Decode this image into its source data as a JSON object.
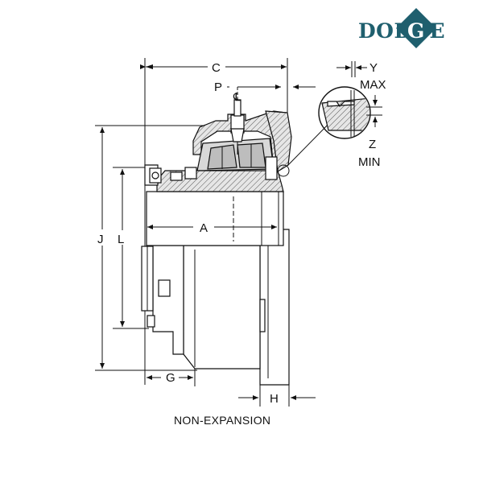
{
  "brand": {
    "name": "DODGE",
    "color": "#1f5f6e"
  },
  "caption": "NON-EXPANSION",
  "dimensions": {
    "C": "C",
    "P": "P",
    "A": "A",
    "J": "J",
    "L": "L",
    "G": "G",
    "H": "H"
  },
  "detail": {
    "y_label": "Y",
    "y_note": "MAX",
    "z_label": "Z",
    "z_note": "MIN"
  },
  "centerline_symbol": "℄"
}
